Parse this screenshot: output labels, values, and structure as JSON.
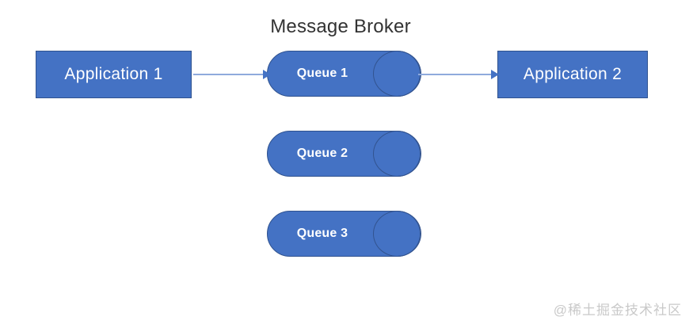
{
  "diagram": {
    "title": "Message Broker",
    "background_color": "#FFFFFF",
    "shape_fill_color": "#4472C4",
    "shape_border_color": "#2F528F",
    "arrow_color": "#8FAADC",
    "label_color": "#FFFFFF"
  },
  "applications": [
    {
      "id": "app1",
      "label": "Application 1"
    },
    {
      "id": "app2",
      "label": "Application 2"
    }
  ],
  "queues": [
    {
      "id": "queue1",
      "label": "Queue 1"
    },
    {
      "id": "queue2",
      "label": "Queue 2"
    },
    {
      "id": "queue3",
      "label": "Queue 3"
    }
  ],
  "connectors": [
    {
      "id": "arrow-app1-queue1",
      "from": "Application 1",
      "to": "Queue 1",
      "direction": "right"
    },
    {
      "id": "arrow-queue1-app2",
      "from": "Queue 1",
      "to": "Application 2",
      "direction": "right"
    }
  ],
  "watermark": {
    "text": "@稀土掘金技术社区"
  }
}
